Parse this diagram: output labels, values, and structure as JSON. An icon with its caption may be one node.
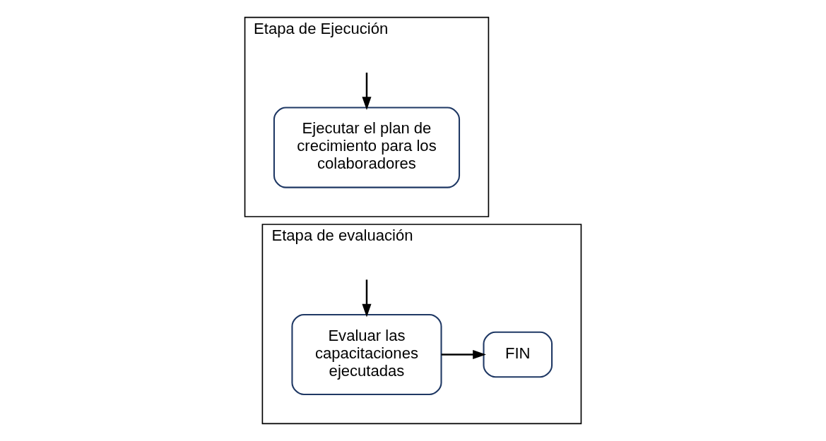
{
  "diagram": {
    "nodes": [
      {
        "text": [
          "Etapa de Ejecución"
        ]
      },
      {
        "text": [
          "Ejecutar el plan de crecimiento para los colaboradores"
        ],
        "in": 0
      },
      {
        "text": [
          "Etapa de evaluación"
        ]
      },
      {
        "text": [
          "Evaluar las capacitaciones ejecutadas"
        ],
        "in": 2
      },
      {
        "text": [
          "FIN"
        ],
        "in": 2
      }
    ],
    "edges": [
      {
        "from": null,
        "to": 1,
        "arrow": "to"
      },
      {
        "from": null,
        "to": 3,
        "arrow": "to"
      },
      {
        "from": 3,
        "to": 4,
        "arrow": "to"
      }
    ]
  }
}
